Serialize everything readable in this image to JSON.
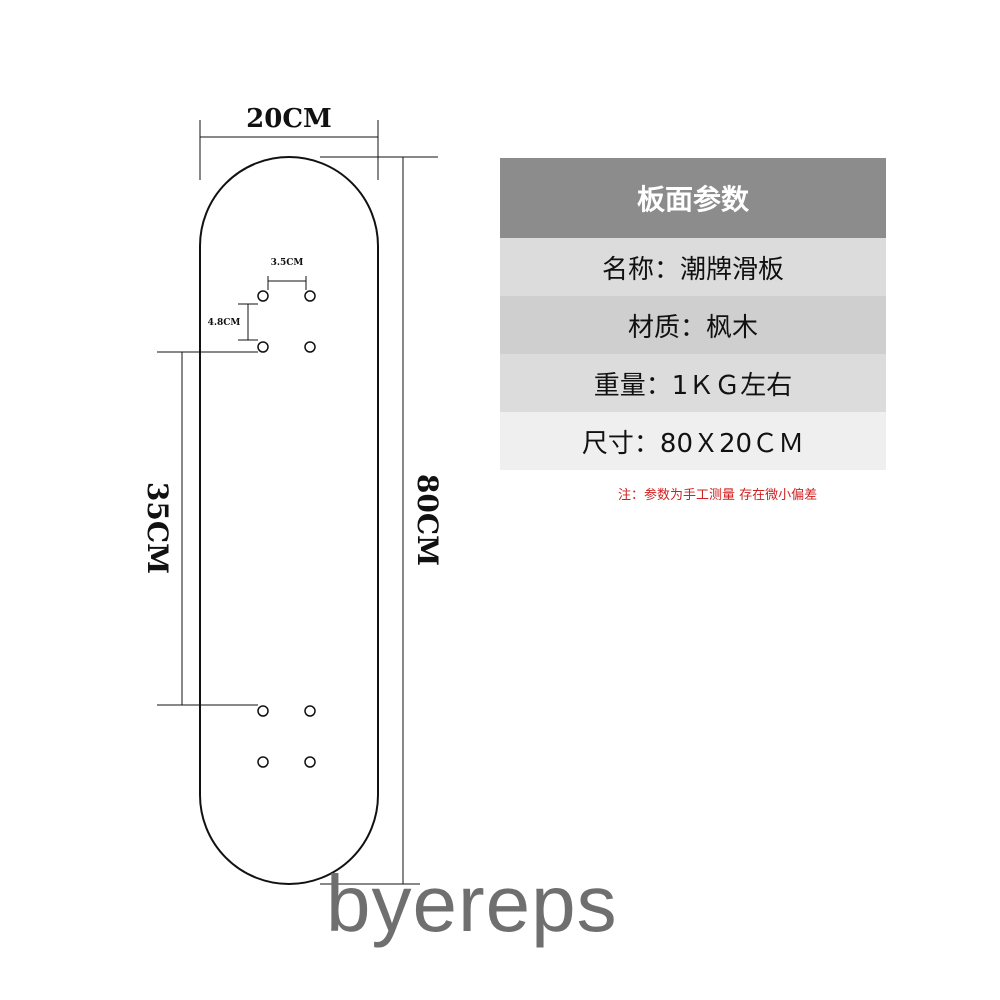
{
  "diagram": {
    "width_label": "20CM",
    "length_label": "80CM",
    "wheelbase_label": "35CM",
    "hole_spacing_x_label": "3.5CM",
    "hole_spacing_y_label": "4.8CM"
  },
  "specs": {
    "title": "板面参数",
    "rows": [
      {
        "label": "名称：潮牌滑板"
      },
      {
        "label": "材质：枫木"
      },
      {
        "label": "重量：1ＫＧ左右"
      },
      {
        "label": "尺寸：80Ｘ20ＣＭ"
      }
    ],
    "note": "注：参数为手工测量 存在微小偏差"
  },
  "watermark": "byereps",
  "colors": {
    "title_bg": "#8c8c8c",
    "note": "#d02020",
    "watermark": "#6f6f6f"
  }
}
